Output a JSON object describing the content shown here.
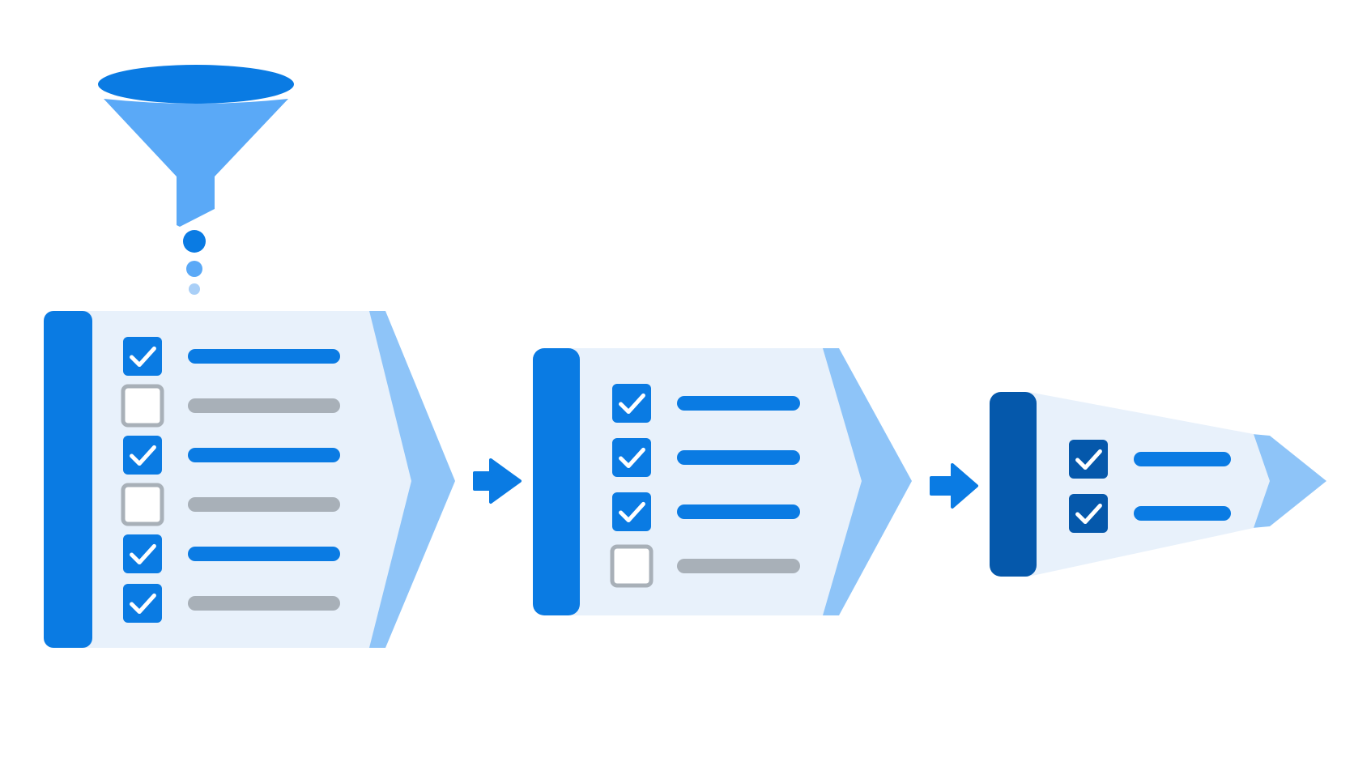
{
  "colors": {
    "background": "#ffffff",
    "primary": "#0a7be3",
    "primary_dark": "#0558ab",
    "funnel_light": "#5aa9f7",
    "panel_fill": "#e8f1fb",
    "chevron": "#8ec4f8",
    "unchecked_gray": "#a8b0b8",
    "check_mark": "#ffffff"
  },
  "funnel": {
    "icon": "funnel-icon",
    "drops": 3
  },
  "stages": [
    {
      "name": "stage-1",
      "items": [
        {
          "checked": true,
          "bar": "primary"
        },
        {
          "checked": false,
          "bar": "gray"
        },
        {
          "checked": true,
          "bar": "primary"
        },
        {
          "checked": false,
          "bar": "gray"
        },
        {
          "checked": true,
          "bar": "primary"
        },
        {
          "checked": true,
          "bar": "gray"
        }
      ]
    },
    {
      "name": "stage-2",
      "items": [
        {
          "checked": true,
          "bar": "primary"
        },
        {
          "checked": true,
          "bar": "primary"
        },
        {
          "checked": true,
          "bar": "primary"
        },
        {
          "checked": false,
          "bar": "gray"
        }
      ]
    },
    {
      "name": "stage-3",
      "items": [
        {
          "checked": true,
          "bar": "primary"
        },
        {
          "checked": true,
          "bar": "primary"
        }
      ]
    }
  ],
  "connectors": [
    {
      "icon": "arrow-right-icon"
    },
    {
      "icon": "arrow-right-icon"
    }
  ]
}
